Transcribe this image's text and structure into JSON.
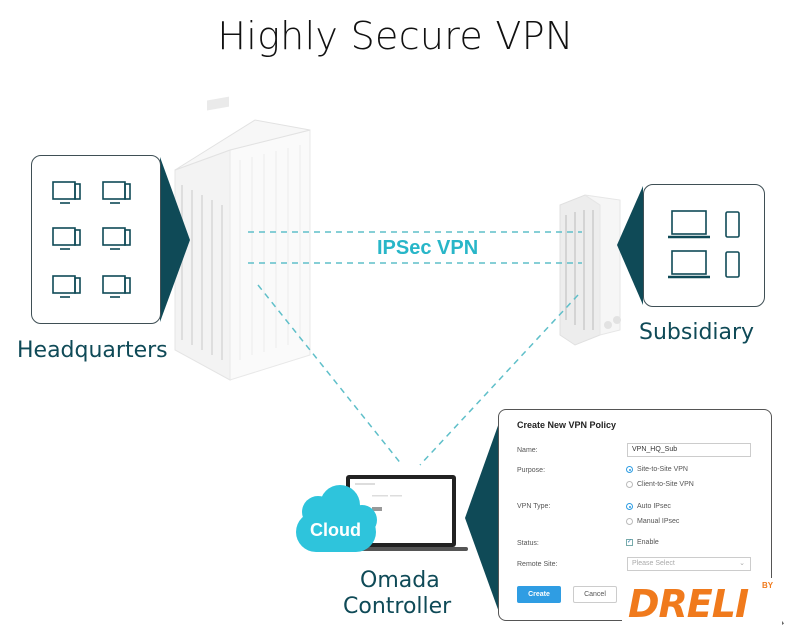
{
  "title": "Highly Secure VPN",
  "connection_label": "IPSec VPN",
  "nodes": {
    "headquarters": {
      "label": "Headquarters",
      "devices": [
        "desktop-computer",
        "desktop-computer",
        "desktop-computer",
        "desktop-computer",
        "desktop-computer",
        "desktop-computer"
      ]
    },
    "subsidiary": {
      "label": "Subsidiary",
      "devices": [
        "laptop",
        "smartphone",
        "laptop",
        "smartphone"
      ]
    },
    "controller": {
      "label_line1": "Omada",
      "label_line2": "Controller",
      "cloud_label": "Cloud"
    }
  },
  "dialog": {
    "title": "Create New VPN Policy",
    "fields": {
      "name": {
        "label": "Name:",
        "value": "VPN_HQ_Sub"
      },
      "purpose": {
        "label": "Purpose:",
        "options": [
          "Site-to-Site VPN",
          "Client-to-Site VPN"
        ],
        "selected": "Site-to-Site VPN"
      },
      "vpn_type": {
        "label": "VPN Type:",
        "options": [
          "Auto IPsec",
          "Manual IPsec"
        ],
        "selected": "Auto IPsec"
      },
      "status": {
        "label": "Status:",
        "checkbox_label": "Enable",
        "checked": true
      },
      "remote_site": {
        "label": "Remote Site:",
        "placeholder": "Please Select"
      }
    },
    "buttons": {
      "create": "Create",
      "cancel": "Cancel"
    }
  },
  "watermark": {
    "brand": "DRELI",
    "prefix": "BY"
  },
  "colors": {
    "teal_dark": "#0f4a57",
    "teal_accent": "#28b6c8",
    "cloud": "#2ec4dc",
    "brand_orange": "#f07a1c",
    "button_blue": "#2f9de3"
  }
}
